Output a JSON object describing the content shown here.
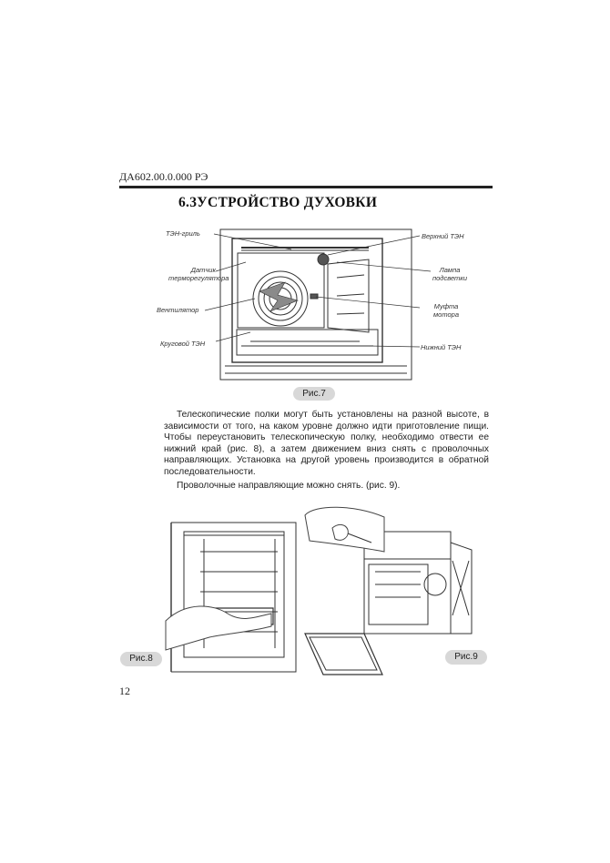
{
  "header": {
    "doc_code": "ДА602.00.0.000 РЭ"
  },
  "section": {
    "number": "6.3",
    "title": "УСТРОЙСТВО ДУХОВКИ"
  },
  "figure7": {
    "caption": "Рис.7",
    "labels": {
      "grill": "ТЭН-гриль",
      "sensor_1": "Датчик",
      "sensor_2": "терморегулятора",
      "fan": "Вентилятор",
      "ring": "Круговой ТЭН",
      "top": "Верхний ТЭН",
      "lamp_1": "Лампа",
      "lamp_2": "подсветки",
      "coupling_1": "Муфта",
      "coupling_2": "мотора",
      "bottom": "Нижний ТЭН"
    }
  },
  "body": {
    "paragraph1": "Телескопические полки могут быть установлены на разной высоте, в зависимости от того, на каком уровне должно идти приготовление пищи. Чтобы переустановить телескопическую полку, необходимо отвести ее нижний край (рис. 8), а затем движением вниз снять с проволочных направляющих. Установка на другой уровень производится в обратной последовательности.",
    "paragraph2": "Проволочные направляющие можно снять. (рис. 9)."
  },
  "figure8": {
    "caption": "Рис.8"
  },
  "figure9": {
    "caption": "Рис.9"
  },
  "footer": {
    "page_number": "12"
  }
}
